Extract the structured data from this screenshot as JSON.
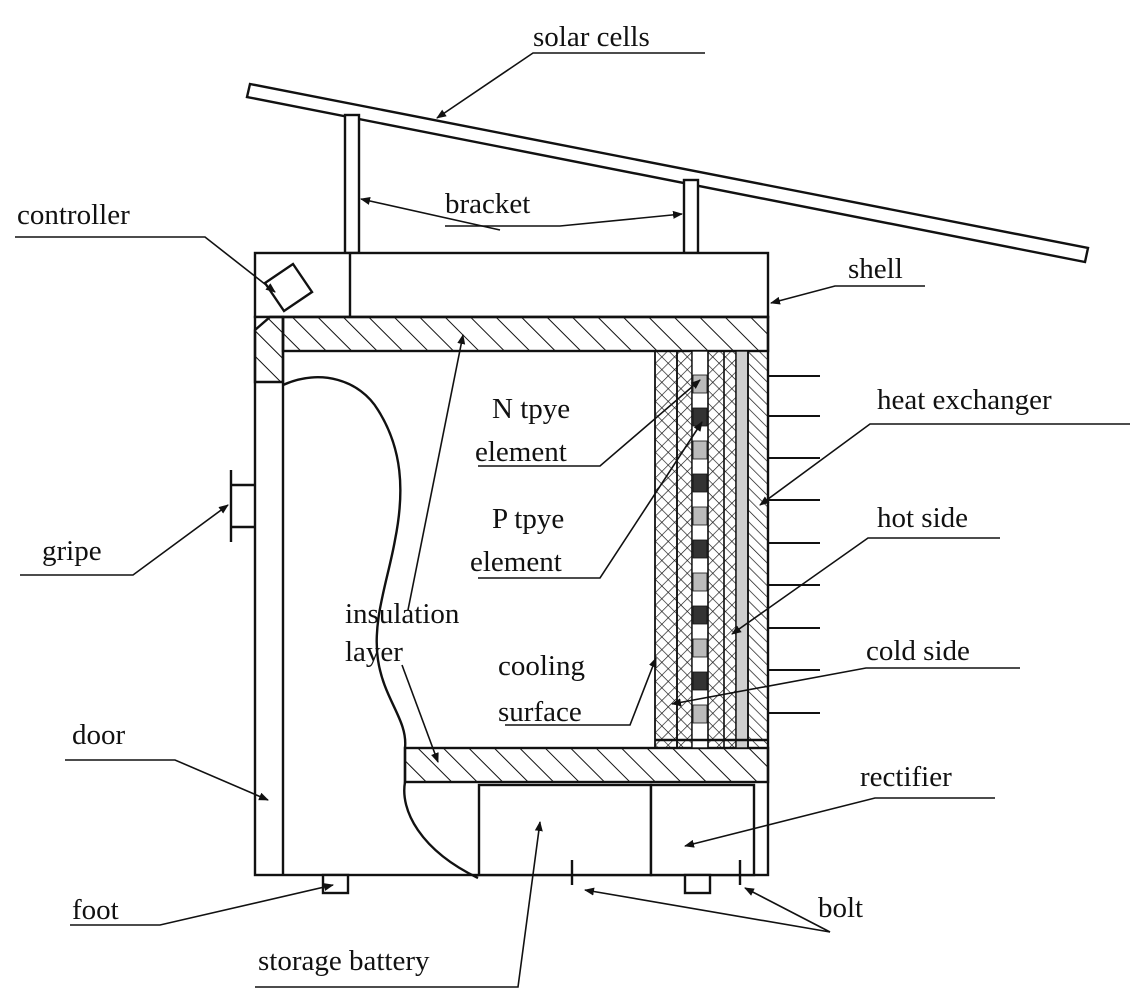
{
  "diagram": {
    "labels": {
      "solar_cells": "solar cells",
      "bracket": "bracket",
      "controller": "controller",
      "shell": "shell",
      "heat_exchanger": "heat exchanger",
      "n_type_line1": "N tpye",
      "n_type_line2": "element",
      "p_type_line1": "P tpye",
      "p_type_line2": "element",
      "hot_side": "hot side",
      "gripe": "gripe",
      "insulation_line1": "insulation",
      "insulation_line2": "layer",
      "cooling_line1": "cooling",
      "cooling_line2": "surface",
      "cold_side": "cold side",
      "door": "door",
      "rectifier": "rectifier",
      "foot": "foot",
      "bolt": "bolt",
      "storage_battery": "storage battery"
    },
    "colors": {
      "line": "#111111",
      "background": "#ffffff",
      "p_element": "#333333",
      "n_element": "#bbbbbb",
      "exchanger_plate": "#cfcfcf"
    }
  }
}
